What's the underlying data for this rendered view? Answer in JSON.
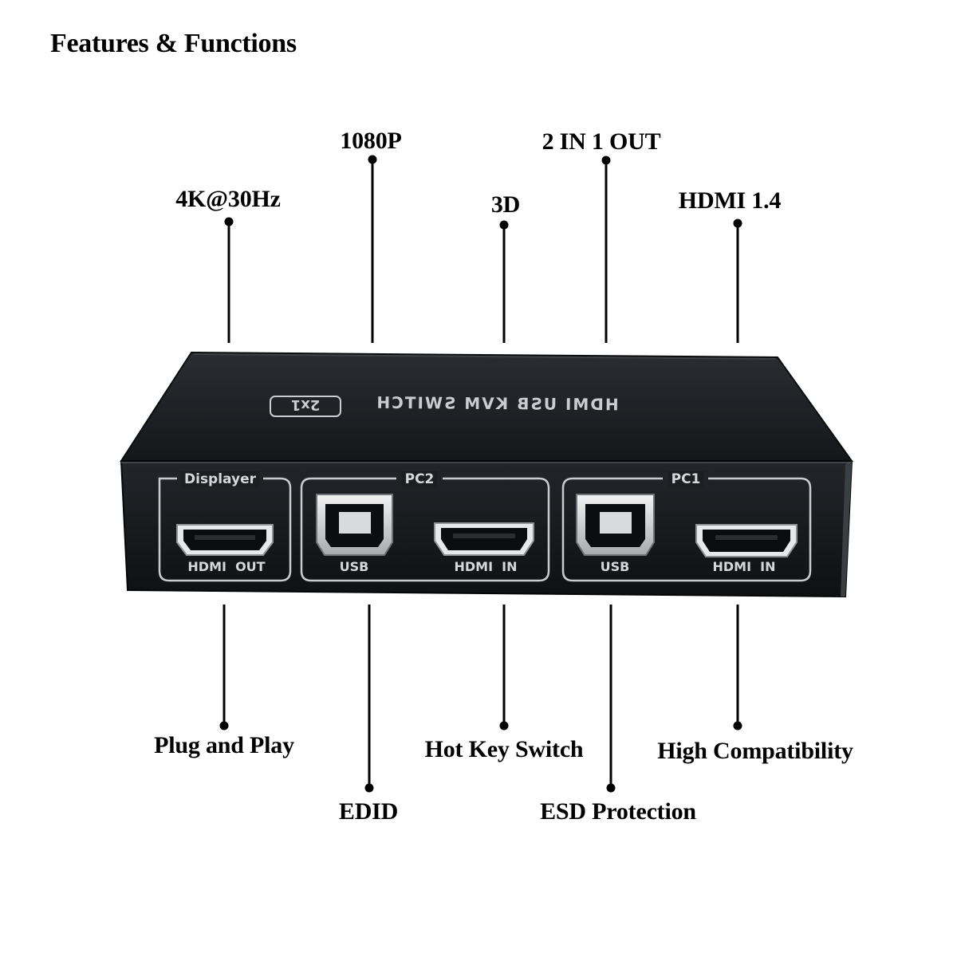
{
  "heading": "Features & Functions",
  "top_features": [
    {
      "id": "4k",
      "label": "4K@30Hz"
    },
    {
      "id": "1080p",
      "label": "1080P"
    },
    {
      "id": "3d",
      "label": "3D"
    },
    {
      "id": "2in1out",
      "label": "2 IN 1 OUT"
    },
    {
      "id": "hdmi14",
      "label": "HDMI 1.4"
    }
  ],
  "bottom_features": [
    {
      "id": "plug",
      "label": "Plug and Play"
    },
    {
      "id": "edid",
      "label": "EDID"
    },
    {
      "id": "hotkey",
      "label": "Hot Key Switch"
    },
    {
      "id": "esd",
      "label": "ESD Protection"
    },
    {
      "id": "compat",
      "label": "High Compatibility"
    }
  ],
  "device": {
    "top_label": "HDMI USB KVM SWITCH",
    "badge": "2x1",
    "groups": {
      "displayer": {
        "title": "Displayer",
        "port_label": "HDMI  OUT"
      },
      "pc2": {
        "title": "PC2",
        "usb_label": "USB",
        "hdmi_label": "HDMI  IN"
      },
      "pc1": {
        "title": "PC1",
        "usb_label": "USB",
        "hdmi_label": "HDMI  IN"
      }
    }
  },
  "colors": {
    "body": "#1a1d20",
    "panel_outline": "#c8ccd0",
    "panel_text": "#d4d8dc",
    "leader": "#000000"
  }
}
